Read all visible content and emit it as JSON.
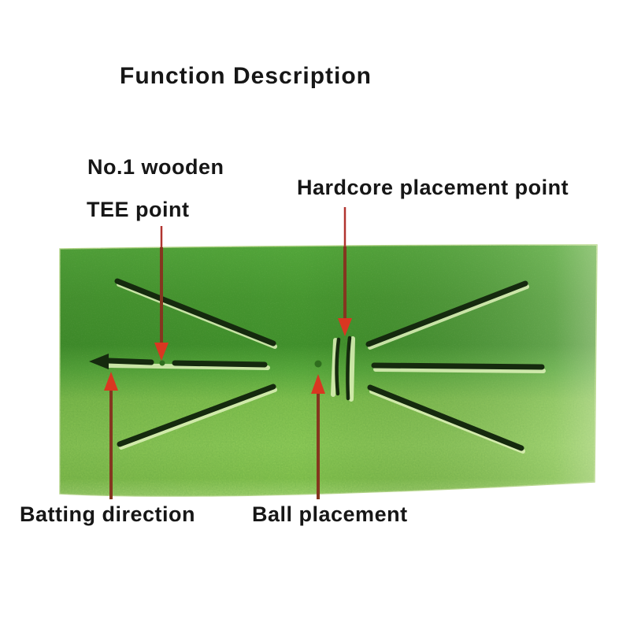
{
  "title": "Function Description",
  "annotations": {
    "tee_point": {
      "line1": "No.1 wooden",
      "line2": "TEE point"
    },
    "hardcore_point": {
      "label": "Hardcore placement point"
    },
    "batting_direction": {
      "label": "Batting direction"
    },
    "ball_placement": {
      "label": "Ball placement"
    }
  },
  "colors": {
    "background": "#ffffff",
    "text": "#161616",
    "mat_green_top": "#4da135",
    "mat_green_dark_band": "#3f8f2a",
    "mat_green_bottom": "#8cc854",
    "mat_edge_light": "#a5d56f",
    "marking_black": "#152a0e",
    "marking_highlight": "#dff2ba",
    "dot_green": "#2f6e1e",
    "arrow_stem_brown": "#84361f",
    "arrow_stem_crimson": "#b1342f",
    "arrow_head_red": "#d93721"
  }
}
